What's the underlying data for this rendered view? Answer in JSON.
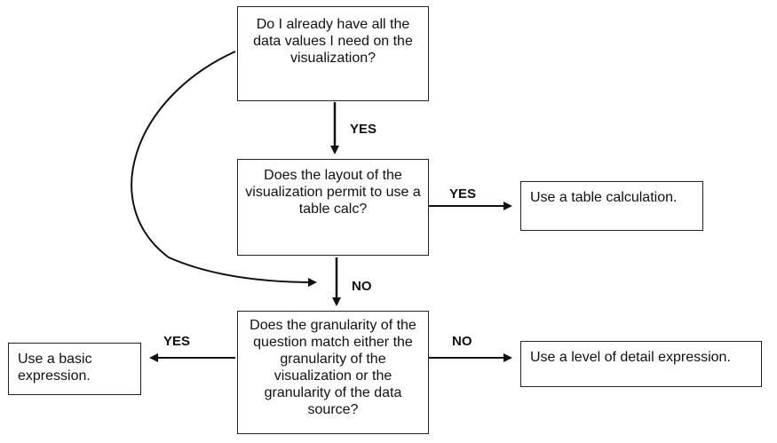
{
  "boxes": {
    "q1": "Do I already have all the data values I need on the visualization?",
    "q2": "Does the layout of the visualization permit to use a table calc?",
    "q3": "Does the granularity of the question match either the granularity of the visualization or the granularity of the data source?",
    "table_calc": "Use a table calculation.",
    "basic": "Use a basic expression.",
    "lod": "Use a level of detail expression."
  },
  "labels": {
    "q1_yes": "YES",
    "q2_yes": "YES",
    "q2_no": "NO",
    "q3_yes": "YES",
    "q3_no": "NO"
  },
  "colors": {
    "stroke": "#111111",
    "background": "#ffffff"
  }
}
